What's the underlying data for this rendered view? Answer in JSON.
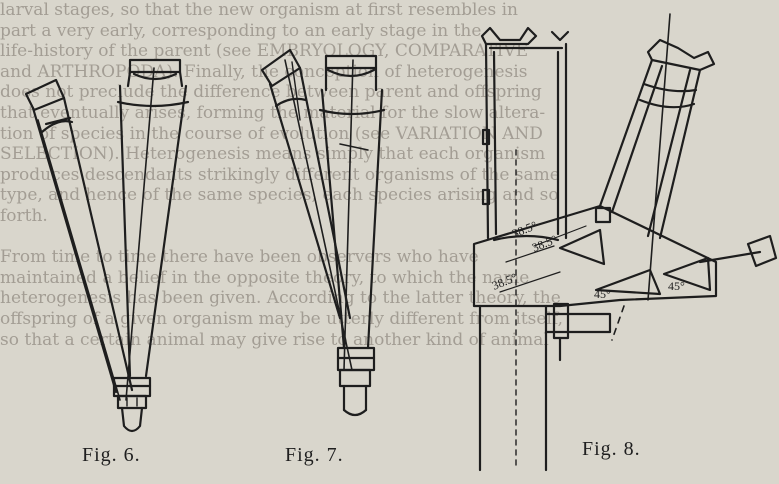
{
  "background_lines": [
    "larval stages, so that the new organism at first resembles in",
    "part a very early, corresponding to an early stage in the",
    "life-history of the parent (see EMBRYOLOGY, COMPARATIVE",
    "and ARTHROPODA). Finally, the conception of heterogenesis",
    "does not preclude the difference between parent and offspring",
    "that eventually arises, forming the material for the slow altera-",
    "tion of species in the course of evolution (see VARIATION AND",
    "SELECTION). Heterogenesis means simply that each organism",
    "produces descendants strikingly different organisms of the same",
    "type, and hence of the same species, each species arising and so",
    "forth.",
    "",
    "From time to time there have been observers who have",
    "maintained a belief in the opposite theory, to which the name",
    "heterogenesis has been given. According to the latter theory, the",
    "offspring of a given organism may be utterly different from itself,",
    "so that a certain animal may give rise to another kind of animal"
  ],
  "figures": [
    {
      "caption": "Fig. 6."
    },
    {
      "caption": "Fig. 7."
    },
    {
      "caption": "Fig. 8.",
      "angle_labels": [
        "38.5°",
        "38.5°",
        "38.5°",
        "45°",
        "45°"
      ]
    }
  ]
}
